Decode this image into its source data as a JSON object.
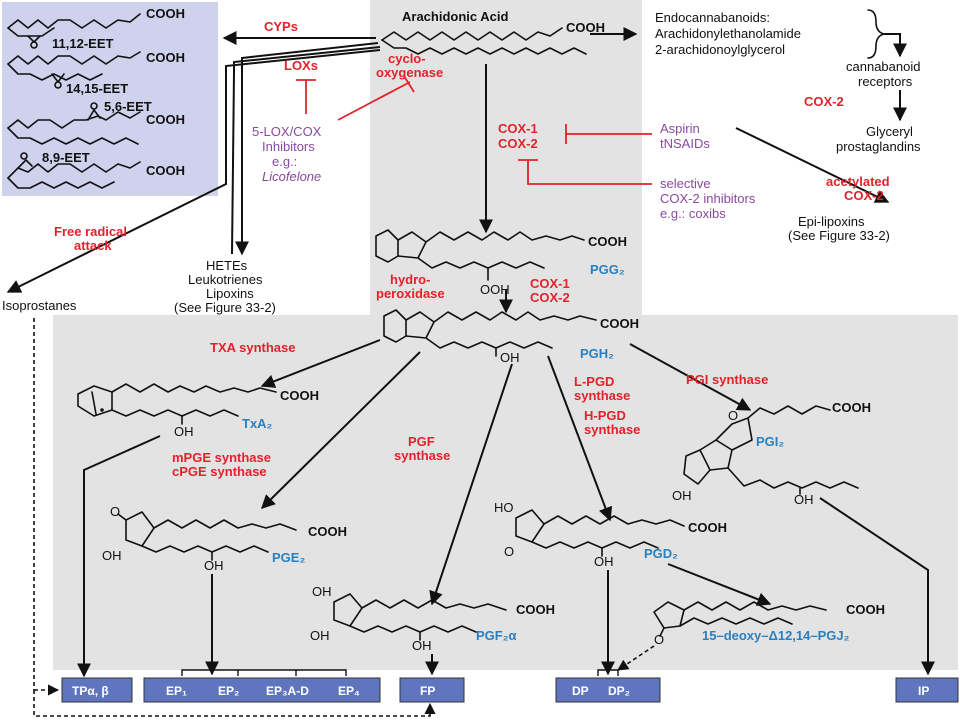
{
  "source": {
    "name": "Arachidonic Acid",
    "group": "COOH",
    "endocannabinoids": [
      "Endocannabanoids:",
      "Arachidonylethanolamide",
      "2-arachidonoylglycerol"
    ]
  },
  "eets": [
    "11,12-EET",
    "14,15-EET",
    "5,6-EET",
    "8,9-EET"
  ],
  "group_label": "COOH",
  "oh_label": "OH",
  "ooh_label": "OOH",
  "enzymes": {
    "cyps": "CYPs",
    "loxs": "LOXs",
    "cyclo": [
      "cyclo-",
      "oxygenase"
    ],
    "cox12_top": [
      "COX-1",
      "COX-2"
    ],
    "cox12_mid": [
      "COX-1",
      "COX-2"
    ],
    "cox2_right": "COX-2",
    "acetylated": [
      "acetylated",
      "COX-2"
    ],
    "free_radical": [
      "Free radical",
      "attack"
    ],
    "hydroperoxidase": [
      "hydro-",
      "peroxidase"
    ],
    "txa_synthase": "TXA synthase",
    "mpge": [
      "mPGE synthase",
      "cPGE synthase"
    ],
    "pgf_synthase": [
      "PGF",
      "synthase"
    ],
    "lpgd": [
      "L-PGD",
      "synthase"
    ],
    "hpgd": [
      "H-PGD",
      "synthase"
    ],
    "pgi_synthase": "PGI synthase"
  },
  "inhibitors": {
    "lox_cox": [
      "5-LOX/COX",
      "Inhibitors",
      "e.g.:",
      "Licofelone"
    ],
    "aspirin": [
      "Aspirin",
      "tNSAIDs"
    ],
    "coxibs": [
      "selective",
      "COX-2 inhibitors",
      "e.g.: coxibs"
    ]
  },
  "products": {
    "cannabanoid": [
      "cannabanoid",
      "receptors"
    ],
    "glyceryl": [
      "Glyceryl",
      "prostaglandins"
    ],
    "epi": [
      "Epi-lipoxins",
      "(See Figure 33-2)"
    ],
    "hetes": [
      "HETEs",
      "Leukotrienes",
      "Lipoxins",
      "(See Figure 33-2)"
    ],
    "isoprostanes": "Isoprostanes"
  },
  "prostanoids": {
    "pgg2": "PGG₂",
    "pgh2": "PGH₂",
    "txa2": "TxA₂",
    "pge2": "PGE₂",
    "pgf2a": "PGF₂α",
    "pgd2": "PGD₂",
    "pgi2": "PGI₂",
    "pgj2": "15–deoxy–Δ12,14–PGJ₂"
  },
  "receptors": {
    "tp": "TPα, β",
    "ep": [
      "EP₁",
      "EP₂",
      "EP₃A-D",
      "EP₄"
    ],
    "fp": "FP",
    "dp": [
      "DP",
      "DP₂"
    ],
    "ip": "IP"
  },
  "colors": {
    "red": "#e3222a",
    "purple": "#8a4aa0",
    "blue": "#2a7fc0",
    "receptor_box": "#5f76bf",
    "eet_panel": "#cfd2ec",
    "gray_panel": "#e3e3e3"
  }
}
